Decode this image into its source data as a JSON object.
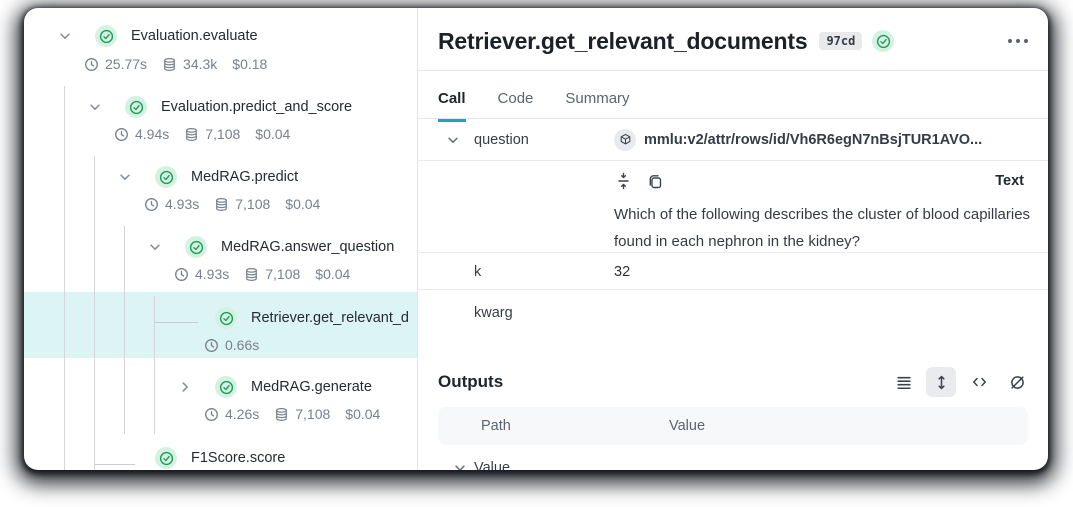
{
  "colors": {
    "accent_teal": "#14a8b8",
    "success_green": "#1f9b62",
    "selected_row": "#dcf4f4"
  },
  "tree": {
    "items": [
      {
        "name": "Evaluation.evaluate",
        "duration": "25.77s",
        "tokens": "34.3k",
        "cost": "$0.18"
      },
      {
        "name": "Evaluation.predict_and_score",
        "duration": "4.94s",
        "tokens": "7,108",
        "cost": "$0.04"
      },
      {
        "name": "MedRAG.predict",
        "duration": "4.93s",
        "tokens": "7,108",
        "cost": "$0.04"
      },
      {
        "name": "MedRAG.answer_question",
        "duration": "4.93s",
        "tokens": "7,108",
        "cost": "$0.04"
      },
      {
        "name": "Retriever.get_relevant_d",
        "duration": "0.66s"
      },
      {
        "name": "MedRAG.generate",
        "duration": "4.26s",
        "tokens": "7,108",
        "cost": "$0.04"
      },
      {
        "name": "F1Score.score"
      }
    ]
  },
  "header": {
    "title": "Retriever.get_relevant_documents",
    "version_badge": "97cd"
  },
  "tabs": {
    "call": "Call",
    "code": "Code",
    "summary": "Summary"
  },
  "inputs": {
    "question_key": "question",
    "question_ref": "mmlu:v2/attr/rows/id/Vh6R6egN7nBsjTUR1AVO...",
    "format_label": "Text",
    "question_text": "Which of the following describes the cluster of blood capillaries found in each nephron in the kidney?",
    "k_key": "k",
    "k_value": "32",
    "kwarg_key": "kwarg"
  },
  "outputs": {
    "title": "Outputs",
    "col_path": "Path",
    "col_value": "Value",
    "row_label": "Value"
  }
}
